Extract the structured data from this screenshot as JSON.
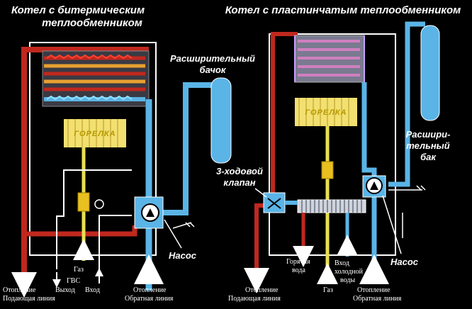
{
  "left": {
    "title_line1": "Котел с битермическим",
    "title_line2": "теплообменником",
    "expansion_line1": "Расширительный",
    "expansion_line2": "бачок",
    "burner": "ГОРЕЛКА",
    "pump": "Насос",
    "outlets": {
      "heating_supply_1": "Отопление",
      "heating_supply_2": "Подающая линия",
      "dhw_out_1": "ГВС",
      "dhw_out_2": "Выход",
      "dhw_in": "Вход",
      "gas": "Газ",
      "heating_return_1": "Отопление",
      "heating_return_2": "Обратная линия"
    }
  },
  "right": {
    "title": "Котел с пластинчатым теплообменником",
    "expansion_line1": "Расшири-",
    "expansion_line2": "тельный",
    "expansion_line3": "бак",
    "valve_line1": "3-ходовой",
    "valve_line2": "клапан",
    "burner": "ГОРЕЛКА",
    "pump": "Насос",
    "outlets": {
      "heating_supply_1": "Отопление",
      "heating_supply_2": "Подающая линия",
      "hot_water_1": "Горячая",
      "hot_water_2": "вода",
      "gas": "Газ",
      "cold_in_1": "Вход",
      "cold_in_2": "холодной",
      "cold_in_3": "воды",
      "heating_return_1": "Отопление",
      "heating_return_2": "Обратная линия"
    }
  },
  "colors": {
    "background": "#000000",
    "hot_pipe": "#c0281e",
    "cold_pipe": "#5ab4e6",
    "gas_pipe": "#e8e050",
    "burner": "#f2e070",
    "frame": "#ffffff"
  }
}
